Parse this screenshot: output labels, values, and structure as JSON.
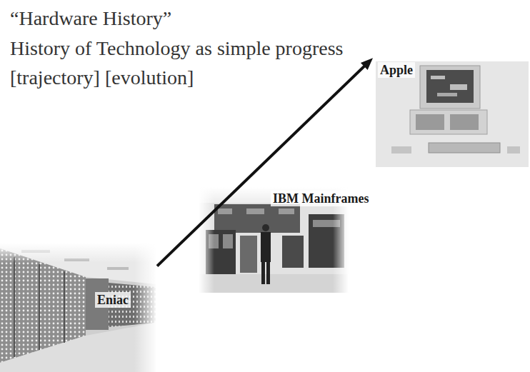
{
  "diagram": {
    "title": "“Hardware History”",
    "nodes": [
      {
        "text": [
          "Apple"
        ]
      },
      {
        "text": [
          "IBM Mainframes"
        ]
      },
      {
        "text": [
          "Eniac"
        ]
      }
    ],
    "edges": [
      {
        "from": 2,
        "to": 0,
        "arrow": "to"
      }
    ],
    "labels": [
      "History of Technology as simple progress [trajectory] [evolution]"
    ]
  }
}
